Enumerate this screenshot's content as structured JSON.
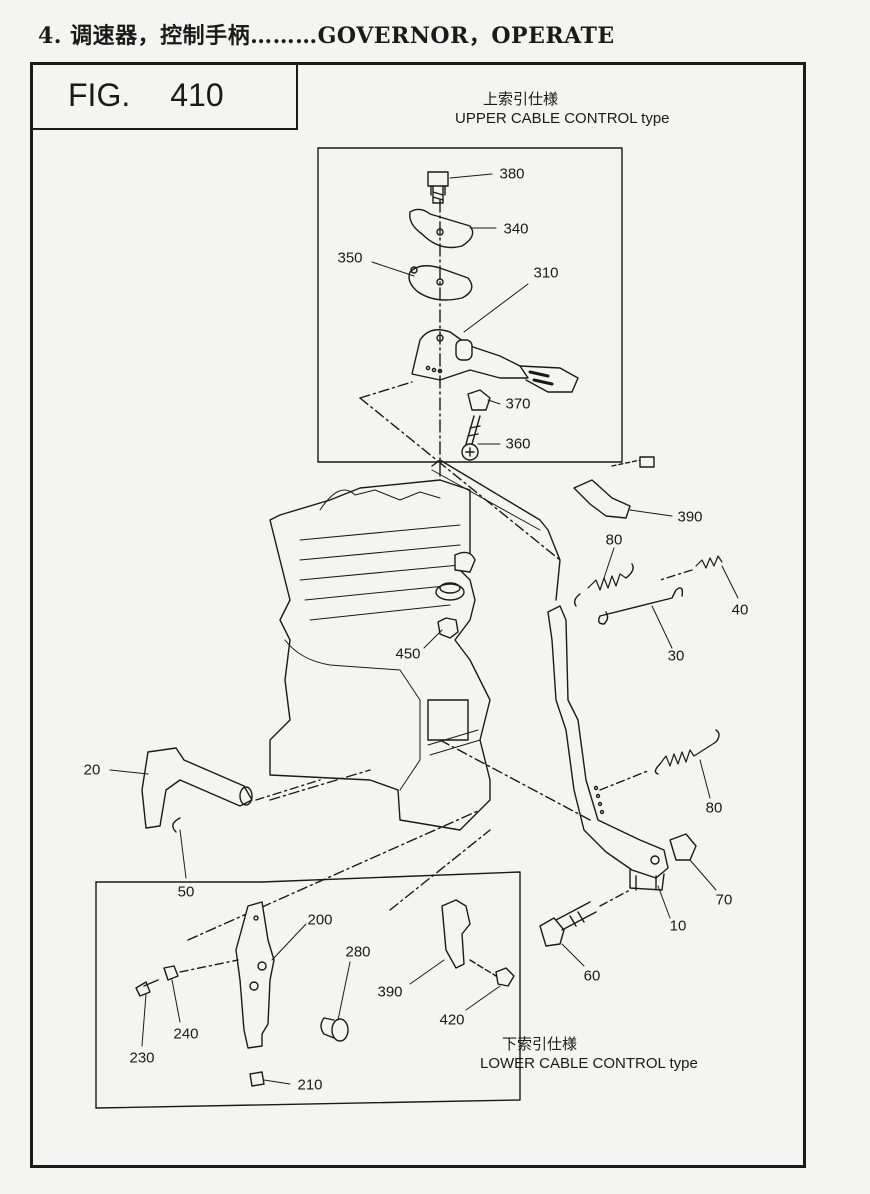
{
  "header": {
    "title": "4. 调速器，控制手柄………GOVERNOR，OPERATE"
  },
  "figure": {
    "fig_label": "FIG.",
    "fig_number": "410",
    "upper_caption_jp": "上索引仕様",
    "upper_caption_en": "UPPER CABLE CONTROL type",
    "lower_caption_jp": "下索引仕様",
    "lower_caption_en": "LOWER CABLE CONTROL type"
  },
  "part_numbers": {
    "p380": "380",
    "p340": "340",
    "p350": "350",
    "p310": "310",
    "p370": "370",
    "p360": "360",
    "p390a": "390",
    "p80a": "80",
    "p40": "40",
    "p30": "30",
    "p450": "450",
    "p20": "20",
    "p50": "50",
    "p80b": "80",
    "p70": "70",
    "p10": "10",
    "p60": "60",
    "p200": "200",
    "p280": "280",
    "p390b": "390",
    "p420": "420",
    "p230": "230",
    "p240": "240",
    "p210": "210"
  }
}
